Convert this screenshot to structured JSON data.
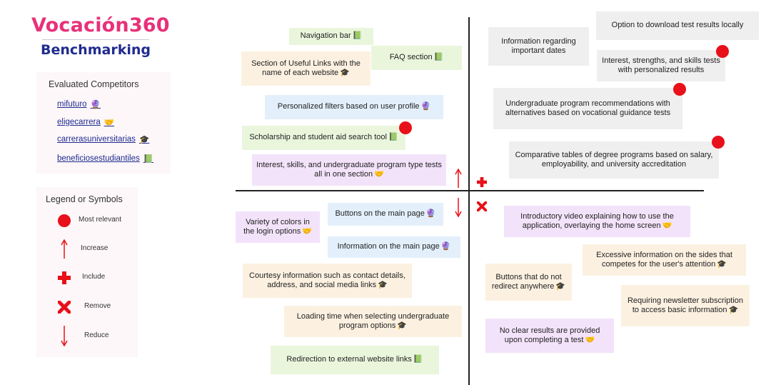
{
  "brand": {
    "title": "Vocación360",
    "subtitle": "Benchmarking"
  },
  "competitors": {
    "title": "Evaluated Competitors",
    "items": [
      {
        "name": "mifuturo",
        "symbol": "🔮"
      },
      {
        "name": "eligecarrera",
        "symbol": "🤝"
      },
      {
        "name": "carrerasuniversitarias",
        "symbol": "🎓"
      },
      {
        "name": "beneficiosestudiantiles",
        "symbol": "📗"
      }
    ]
  },
  "legend": {
    "title": "Legend or Symbols",
    "items": [
      {
        "symbol": "dot",
        "label": "Most relevant"
      },
      {
        "symbol": "up-arrow",
        "label": "Increase"
      },
      {
        "symbol": "plus",
        "label": "Include"
      },
      {
        "symbol": "cross",
        "label": "Remove"
      },
      {
        "symbol": "down-arrow",
        "label": "Reduce"
      }
    ]
  },
  "colors": {
    "brand_pink": "#e8317a",
    "brand_navy": "#1f2b8f",
    "marker_red": "#e8101a"
  },
  "quadrants": {
    "increase": [
      {
        "text": "Navigation bar",
        "emoji": "📗",
        "color": "green"
      },
      {
        "text": "FAQ section",
        "emoji": "📗",
        "color": "green"
      },
      {
        "text": "Section of Useful Links with the name of each website",
        "emoji": "🎓",
        "color": "orange"
      },
      {
        "text": "Personalized filters based on user profile",
        "emoji": "🔮",
        "color": "blue"
      },
      {
        "text": "Scholarship and student aid search tool",
        "emoji": "📗",
        "color": "green",
        "most_relevant": true
      },
      {
        "text": "Interest, skills, and undergraduate program type tests all in one section",
        "emoji": "🤝",
        "color": "purple"
      }
    ],
    "include": [
      {
        "text": "Option to download test results locally",
        "emoji": "",
        "color": "gray"
      },
      {
        "text": "Information regarding important dates",
        "emoji": "",
        "color": "gray"
      },
      {
        "text": "Interest, strengths, and skills tests with personalized results",
        "emoji": "",
        "color": "gray",
        "most_relevant": true
      },
      {
        "text": "Undergraduate program recommendations with alternatives based on vocational guidance tests",
        "emoji": "",
        "color": "gray",
        "most_relevant": true
      },
      {
        "text": "Comparative tables of degree programs based on salary, employability, and university accreditation",
        "emoji": "",
        "color": "gray",
        "most_relevant": true
      }
    ],
    "reduce": [
      {
        "text": "Variety of colors in the login options",
        "emoji": "🤝",
        "color": "purple"
      },
      {
        "text": "Buttons on the main page",
        "emoji": "🔮",
        "color": "blue"
      },
      {
        "text": "Information on the main page",
        "emoji": "🔮",
        "color": "blue"
      },
      {
        "text": "Courtesy information such as contact details, address, and social media links",
        "emoji": "🎓",
        "color": "orange"
      },
      {
        "text": "Loading time when selecting undergraduate program options",
        "emoji": "🎓",
        "color": "orange"
      },
      {
        "text": "Redirection to external website links",
        "emoji": "📗",
        "color": "green"
      }
    ],
    "remove": [
      {
        "text": "Introductory video explaining how to use the application, overlaying the home screen",
        "emoji": "🤝",
        "color": "purple"
      },
      {
        "text": "Excessive information on the sides that competes for the user's attention",
        "emoji": "🎓",
        "color": "orange"
      },
      {
        "text": "Buttons that do not redirect anywhere",
        "emoji": "🎓",
        "color": "orange"
      },
      {
        "text": "Requiring newsletter subscription to access basic information",
        "emoji": "🎓",
        "color": "orange"
      },
      {
        "text": "No clear results are provided upon completing a test",
        "emoji": "🤝",
        "color": "purple"
      }
    ]
  }
}
